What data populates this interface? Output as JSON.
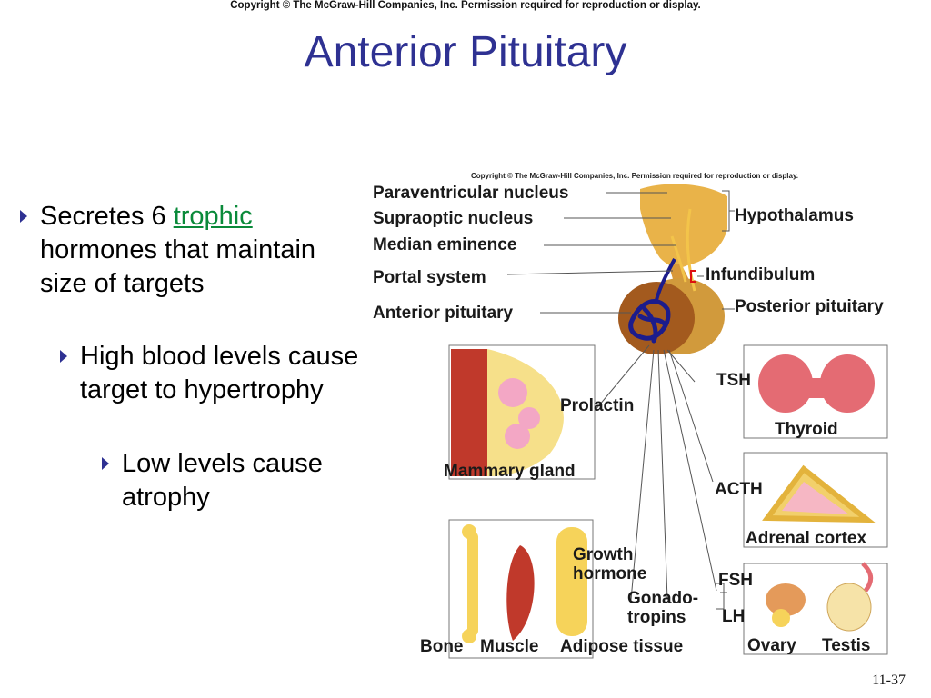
{
  "copyright": "Copyright © The McGraw-Hill Companies, Inc. Permission required for reproduction or display.",
  "title": "Anterior Pituitary",
  "bullets": {
    "level1_prefix": "Secretes 6 ",
    "level1_link": "trophic",
    "level1_suffix": "hormones that maintain size of targets",
    "level2": "High blood levels cause target to hypertrophy",
    "level3": "Low levels cause atrophy"
  },
  "figure": {
    "copyright": "Copyright © The McGraw-Hill Companies, Inc. Permission required for reproduction or display.",
    "labels": {
      "paraventricular": "Paraventricular nucleus",
      "supraoptic": "Supraoptic nucleus",
      "median": "Median eminence",
      "portal": "Portal system",
      "anterior": "Anterior pituitary",
      "hypothalamus": "Hypothalamus",
      "infundibulum": "Infundibulum",
      "posterior": "Posterior pituitary",
      "prolactin": "Prolactin",
      "mammary": "Mammary gland",
      "tsh": "TSH",
      "thyroid": "Thyroid",
      "acth": "ACTH",
      "adrenal": "Adrenal cortex",
      "growth1": "Growth",
      "growth2": "hormone",
      "gonado1": "Gonado-",
      "gonado2": "tropins",
      "fsh": "FSH",
      "lh": "LH",
      "bone": "Bone",
      "muscle": "Muscle",
      "adipose": "Adipose tissue",
      "ovary": "Ovary",
      "testis": "Testis"
    }
  },
  "slide_number": "11-37",
  "colors": {
    "title": "#2e3192",
    "link": "#0a8a3a"
  }
}
